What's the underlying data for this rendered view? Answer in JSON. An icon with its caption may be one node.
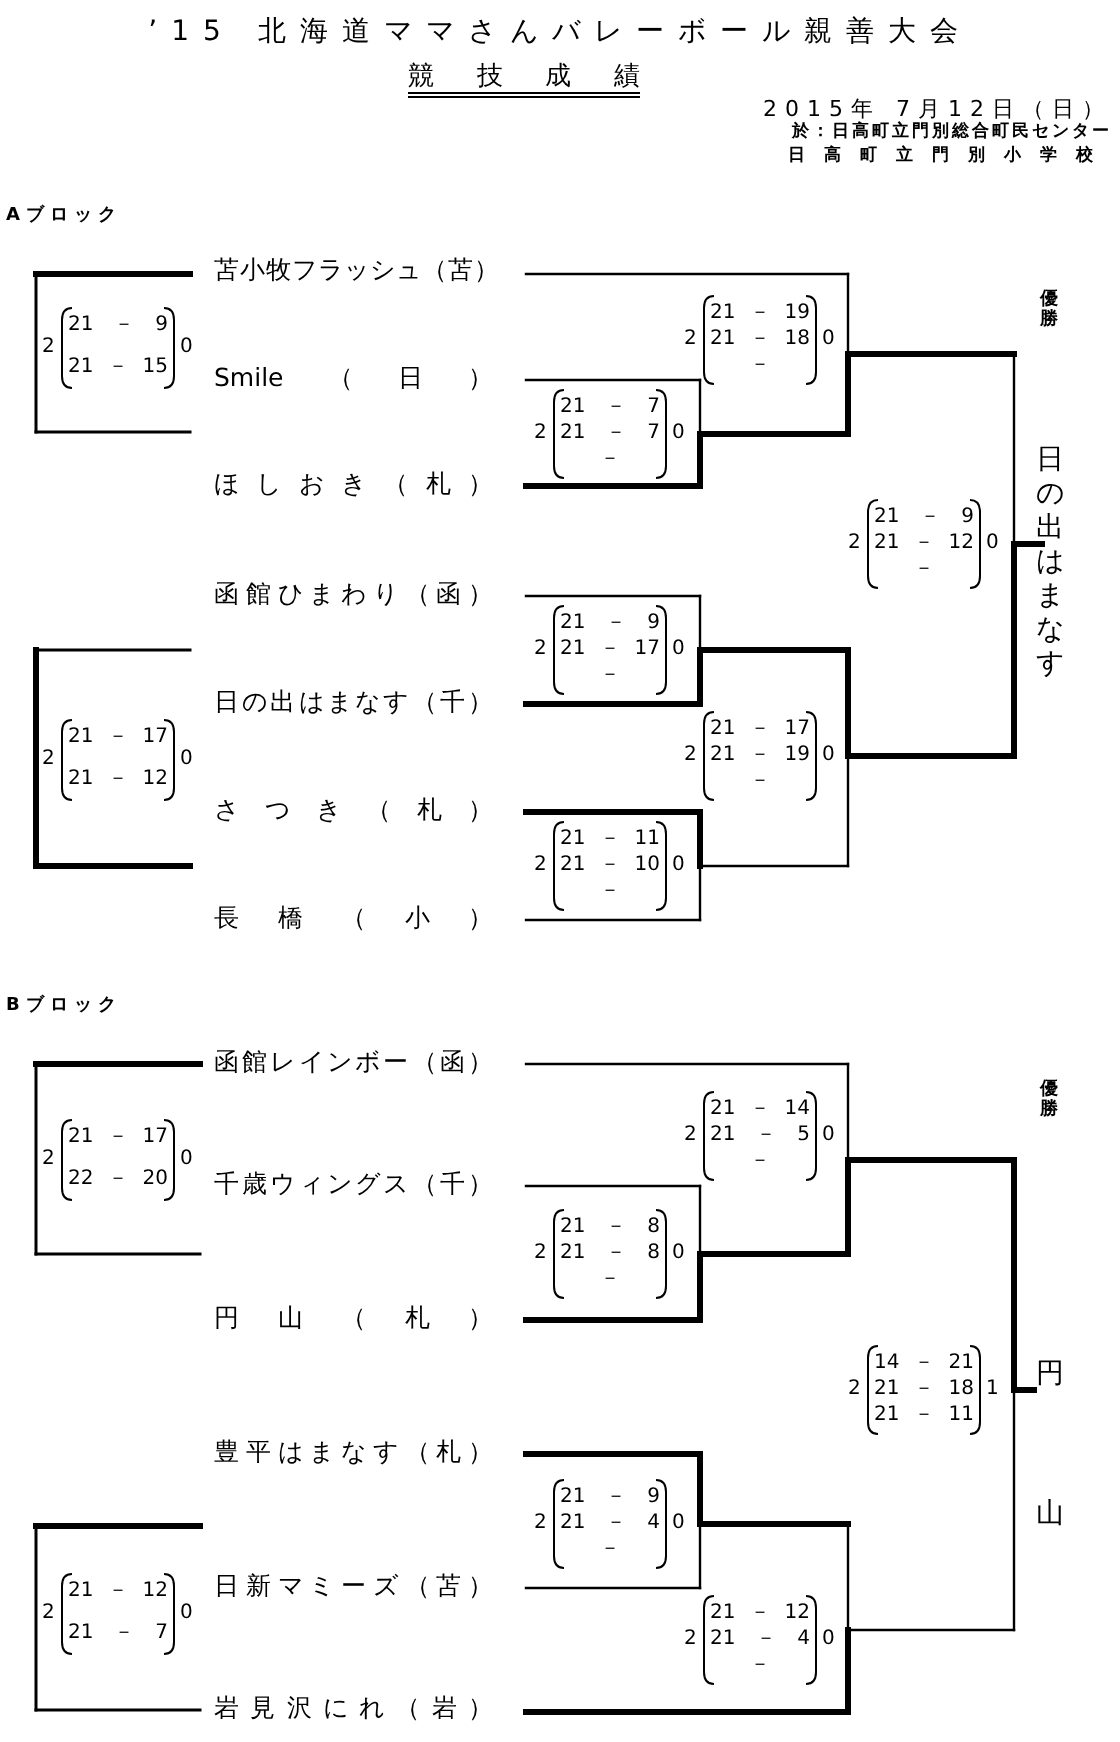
{
  "diagram": {
    "title": "’15 北海道ママさんバレーボール親善大会",
    "labels": [
      "競技成績",
      "2015年 7月12日（日）",
      "於：日高町立門別総合町民センター",
      "日高町立門別小学校",
      "Aブロック",
      "苫小牧フラッシュ（苫）",
      "Smile（日）",
      "ほしおき（札）",
      "函館ひまわり（函）",
      "日の出はまなす（千）",
      "さつき（札）",
      "長橋（小）",
      "優勝",
      "日の出はまなす",
      "2",
      "21 － 9",
      "21 － 15",
      "0",
      "2",
      "21 － 19",
      "21 － 18",
      "－",
      "0",
      "2",
      "21 － 7",
      "21 － 7",
      "－",
      "0",
      "2",
      "21 － 9",
      "21 － 12",
      "－",
      "0",
      "2",
      "21 － 9",
      "21 － 17",
      "－",
      "0",
      "2",
      "21 － 17",
      "21 － 12",
      "0",
      "2",
      "21 － 17",
      "21 － 19",
      "－",
      "0",
      "2",
      "21 － 11",
      "21 － 10",
      "－",
      "0",
      "Bブロック",
      "函館レインボー（函）",
      "千歳ウィングス（千）",
      "円山（札）",
      "豊平はまなす（札）",
      "日新マミーズ（苫）",
      "岩見沢にれ（岩）",
      "優勝",
      "円山",
      "2",
      "21 － 17",
      "22 － 20",
      "0",
      "2",
      "21 － 14",
      "21 － 5",
      "－",
      "0",
      "2",
      "21 － 8",
      "21 － 8",
      "－",
      "0",
      "2",
      "14 － 21",
      "21 － 18",
      "21 － 11",
      "1",
      "2",
      "21 － 9",
      "21 － 4",
      "－",
      "0",
      "2",
      "21 － 12",
      "21 － 7",
      "0",
      "2",
      "21 － 12",
      "21 － 4",
      "－",
      "0"
    ]
  }
}
